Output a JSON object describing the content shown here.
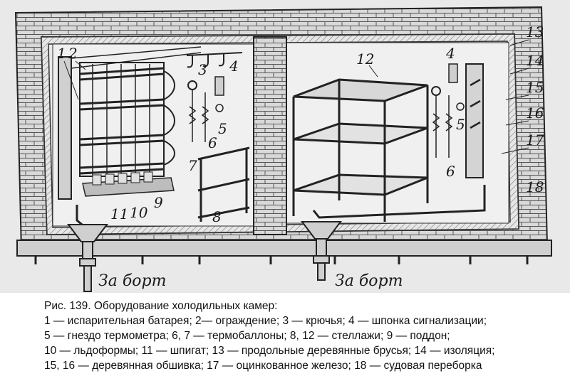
{
  "figure": {
    "callouts": [
      "1",
      "2",
      "3",
      "4",
      "5",
      "6",
      "7",
      "8",
      "9",
      "10",
      "11",
      "12",
      "13",
      "14",
      "15",
      "16",
      "17",
      "18",
      "4",
      "5",
      "6"
    ],
    "overboard_left": "За борт",
    "overboard_right": "За борт"
  },
  "caption": {
    "title": "Рис. 139. Оборудование холодильных камер:",
    "lines": [
      "1 — испарительная батарея; 2— ограждение; 3 — крючья; 4 — шпонка сигнализации;",
      "5 — гнездо термометра; 6, 7 — термобаллоны; 8, 12 — стеллажи; 9 — поддон;",
      "10 — льдоформы; 11 — шпигат; 13 — продольные деревянные брусья; 14 — изоляция;",
      "15, 16 — деревянная обшивка; 17 — оцинкованное железо; 18 — судовая переборка"
    ]
  }
}
